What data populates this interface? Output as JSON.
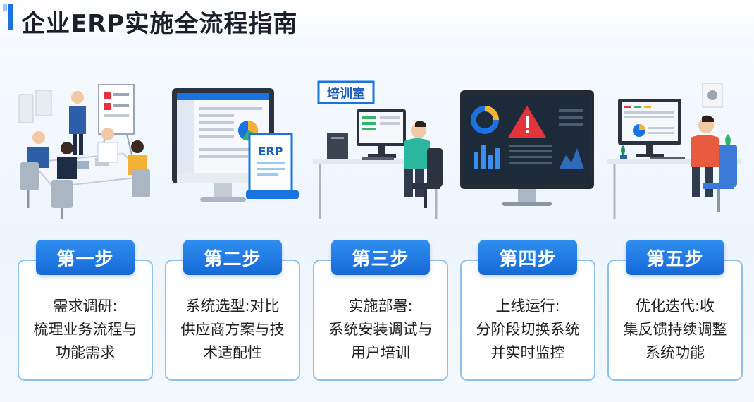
{
  "title": "企业ERP实施全流程指南",
  "steps": [
    {
      "badge": "第一步",
      "lines": [
        "需求调研:",
        "梳理业务流程与",
        "功能需求"
      ]
    },
    {
      "badge": "第二步",
      "lines": [
        "系统选型:对比",
        "供应商方案与技",
        "术适配性"
      ],
      "sign": "ERP"
    },
    {
      "badge": "第三步",
      "lines": [
        "实施部署:",
        "系统安装调试与",
        "用户培训"
      ],
      "sign": "培训室"
    },
    {
      "badge": "第四步",
      "lines": [
        "上线运行:",
        "分阶段切换系统",
        "并实时监控"
      ]
    },
    {
      "badge": "第五步",
      "lines": [
        "优化迭代:收",
        "集反馈持续调整",
        "系统功能"
      ]
    }
  ],
  "colors": {
    "accent": "#1b73e0",
    "card_border": "#8ec0ef",
    "alert": "#e2343b"
  }
}
